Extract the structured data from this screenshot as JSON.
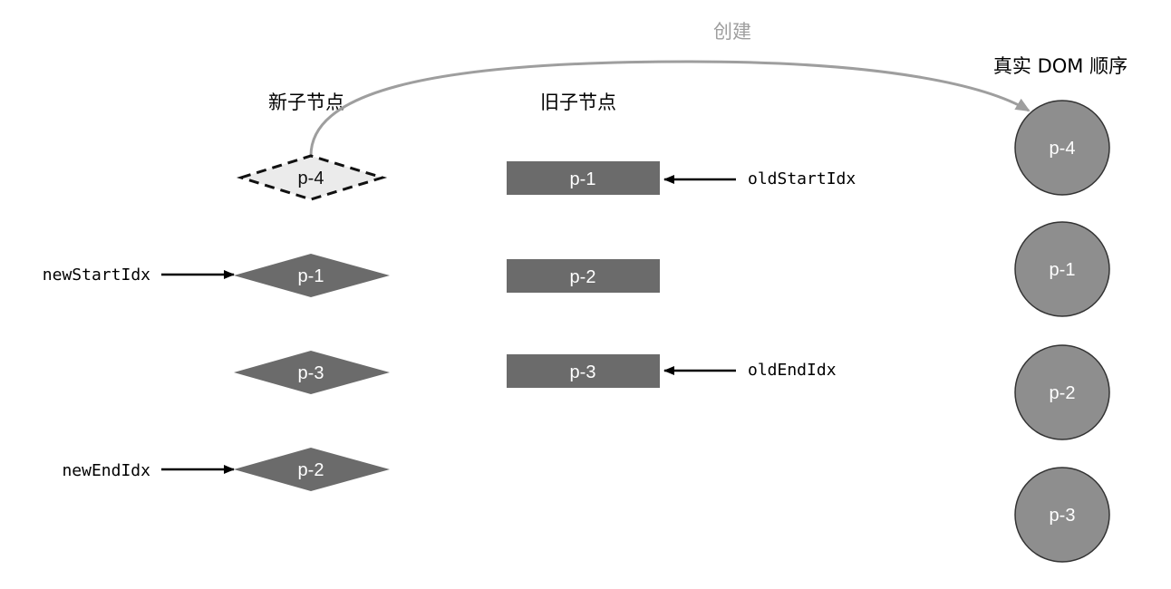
{
  "headings": {
    "new_children": "新子节点",
    "old_children": "旧子节点",
    "real_dom_order": "真实 DOM 顺序",
    "create": "创建"
  },
  "new_nodes": [
    {
      "label": "p-4",
      "state": "new"
    },
    {
      "label": "p-1",
      "state": "existing"
    },
    {
      "label": "p-3",
      "state": "existing"
    },
    {
      "label": "p-2",
      "state": "existing"
    }
  ],
  "old_nodes": [
    {
      "label": "p-1"
    },
    {
      "label": "p-2"
    },
    {
      "label": "p-3"
    }
  ],
  "dom_nodes": [
    {
      "label": "p-4"
    },
    {
      "label": "p-1"
    },
    {
      "label": "p-2"
    },
    {
      "label": "p-3"
    }
  ],
  "pointers": {
    "new_start": "newStartIdx",
    "new_end": "newEndIdx",
    "old_start": "oldStartIdx",
    "old_end": "oldEndIdx"
  },
  "colors": {
    "node_fill": "#6b6b6b",
    "new_node_fill": "#ebebeb",
    "dom_fill": "#8e8e8e",
    "create_arrow": "#9e9e9e",
    "pointer_arrow": "#000000"
  }
}
